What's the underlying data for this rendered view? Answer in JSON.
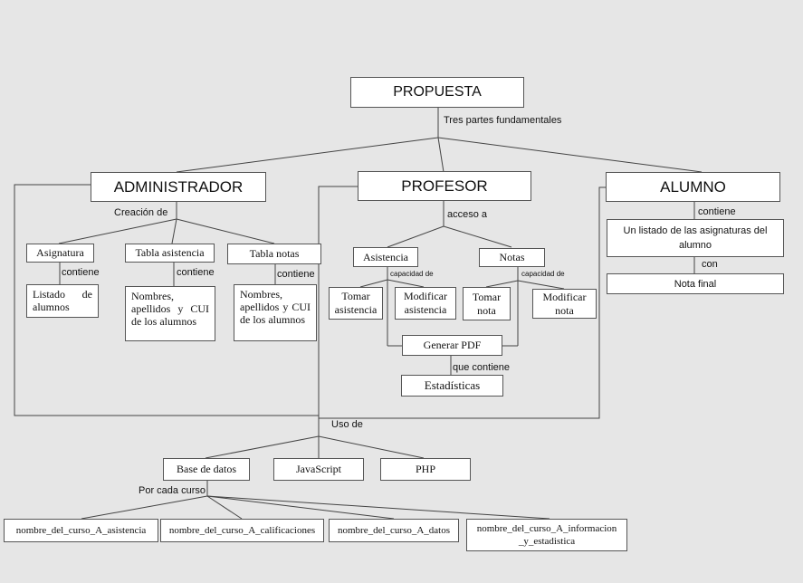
{
  "diagram": {
    "root": "PROPUESTA",
    "root_edge": "Tres partes fundamentales",
    "administrador": {
      "title": "ADMINISTRADOR",
      "edge": "Creación de",
      "asignatura": "Asignatura",
      "asignatura_edge": "contiene",
      "asignatura_child": "Listado de alumnos",
      "tabla_asistencia": "Tabla asistencia",
      "tabla_asistencia_edge": "contiene",
      "tabla_asistencia_child": "Nombres, apellidos y CUI de los alumnos",
      "tabla_notas": "Tabla notas",
      "tabla_notas_edge": "contiene",
      "tabla_notas_child": "Nombres, apellidos y CUI de los alumnos"
    },
    "profesor": {
      "title": "PROFESOR",
      "edge": "acceso a",
      "asistencia": "Asistencia",
      "asistencia_edge": "capacidad de",
      "tomar_asistencia": "Tomar asistencia",
      "modificar_asistencia": "Modificar asistencia",
      "notas": "Notas",
      "notas_edge": "capacidad de",
      "tomar_nota": "Tomar nota",
      "modificar_nota": "Modificar nota",
      "generar_pdf": "Generar PDF",
      "pdf_edge": "que contiene",
      "estadisticas": "Estadísticas"
    },
    "alumno": {
      "title": "ALUMNO",
      "edge": "contiene",
      "listado": "Un listado de las asignaturas del alumno",
      "listado_edge": "con",
      "nota_final": "Nota final"
    },
    "uso_de": "Uso de",
    "tech": {
      "base_datos": "Base de datos",
      "javascript": "JavaScript",
      "php": "PHP"
    },
    "por_cada_curso": "Por cada curso",
    "tablas": {
      "asistencia": "nombre_del_curso_A_asistencia",
      "calificaciones": "nombre_del_curso_A_calificaciones",
      "datos": "nombre_del_curso_A_datos",
      "informacion": "nombre_del_curso_A_informacion _y_estadistica"
    }
  }
}
